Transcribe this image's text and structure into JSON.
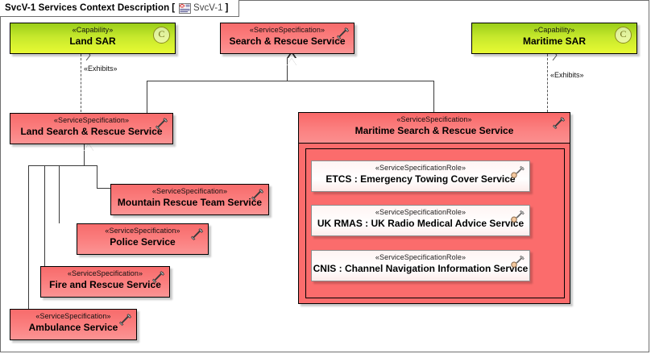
{
  "diagram": {
    "title": "SvcV-1 Services Context Description",
    "bracket_open": "[",
    "bracket_close": "]",
    "frame_name": "SvcV-1",
    "frame_icon": "diagram-icon"
  },
  "colors": {
    "capability_fill": "#c6e82c",
    "service_fill": "#fb8080",
    "container_fill": "#fb6c6c",
    "role_fill": "#fff6f5",
    "border": "#000000",
    "connector": "#3a3a3a"
  },
  "stereotypes": {
    "capability": "«Capability»",
    "service_specification": "«ServiceSpecification»",
    "service_specification_role": "«ServiceSpecificationRole»"
  },
  "nodes": {
    "land_sar": {
      "stereotype": "«Capability»",
      "name": "Land SAR",
      "icon": "capability-c-icon",
      "icon_label": "C"
    },
    "search_rescue": {
      "stereotype": "«ServiceSpecification»",
      "name": "Search & Rescue Service",
      "icon": "service-tools-icon"
    },
    "maritime_sar": {
      "stereotype": "«Capability»",
      "name": "Maritime SAR",
      "icon": "capability-c-icon",
      "icon_label": "C"
    },
    "land_search_rescue": {
      "stereotype": "«ServiceSpecification»",
      "name": "Land Search & Rescue Service",
      "icon": "service-tools-icon"
    },
    "maritime_search_rescue": {
      "stereotype": "«ServiceSpecification»",
      "name": "Maritime Search & Rescue Service",
      "icon": "service-tools-icon"
    },
    "mountain_rescue": {
      "stereotype": "«ServiceSpecification»",
      "name": "Mountain Rescue Team Service",
      "icon": "service-tools-icon"
    },
    "police": {
      "stereotype": "«ServiceSpecification»",
      "name": "Police Service",
      "icon": "service-tools-icon"
    },
    "fire_rescue": {
      "stereotype": "«ServiceSpecification»",
      "name": "Fire and Rescue Service",
      "icon": "service-tools-icon"
    },
    "ambulance": {
      "stereotype": "«ServiceSpecification»",
      "name": "Ambulance Service",
      "icon": "service-tools-icon"
    },
    "etcs": {
      "stereotype": "«ServiceSpecificationRole»",
      "name": "ETCS : Emergency Towing Cover Service",
      "icon": "service-role-icon"
    },
    "uk_rmas": {
      "stereotype": "«ServiceSpecificationRole»",
      "name": "UK RMAS : UK Radio Medical Advice Service",
      "icon": "service-role-icon"
    },
    "cnis": {
      "stereotype": "«ServiceSpecificationRole»",
      "name": "CNIS : Channel Navigation Information Service",
      "icon": "service-role-icon"
    }
  },
  "edges": {
    "exhibits_left": {
      "label": "«Exhibits»",
      "type": "dependency",
      "from": "land_search_rescue",
      "to": "land_sar"
    },
    "exhibits_right": {
      "label": "«Exhibits»",
      "type": "dependency",
      "from": "maritime_search_rescue",
      "to": "maritime_sar"
    },
    "gen_land": {
      "label": "",
      "type": "generalization",
      "from": "land_search_rescue",
      "to": "search_rescue"
    },
    "gen_maritime": {
      "label": "",
      "type": "generalization",
      "from": "maritime_search_rescue",
      "to": "search_rescue"
    },
    "gen_mountain": {
      "label": "",
      "type": "generalization",
      "from": "mountain_rescue",
      "to": "land_search_rescue"
    },
    "gen_police": {
      "label": "",
      "type": "generalization",
      "from": "police",
      "to": "land_search_rescue"
    },
    "gen_fire": {
      "label": "",
      "type": "generalization",
      "from": "fire_rescue",
      "to": "land_search_rescue"
    },
    "gen_ambulance": {
      "label": "",
      "type": "generalization",
      "from": "ambulance",
      "to": "land_search_rescue"
    }
  }
}
